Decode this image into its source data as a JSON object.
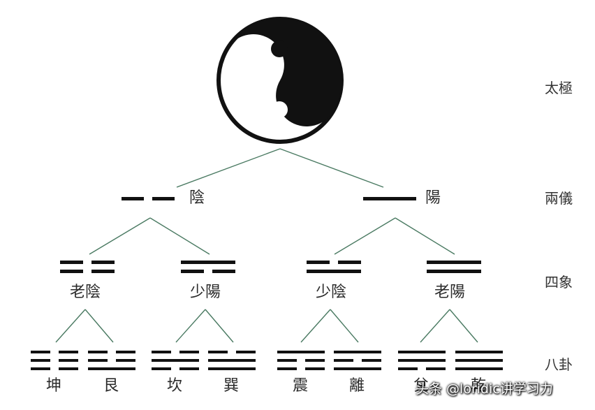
{
  "levels": {
    "taiji": "太極",
    "liangyi": "兩儀",
    "sixiang": "四象",
    "bagua": "八卦"
  },
  "liangyi": [
    {
      "label": "陰",
      "lines": [
        0
      ]
    },
    {
      "label": "陽",
      "lines": [
        1
      ]
    }
  ],
  "sixiang": [
    {
      "label": "老陰",
      "lines": [
        0,
        0
      ]
    },
    {
      "label": "少陽",
      "lines": [
        0,
        1
      ]
    },
    {
      "label": "少陰",
      "lines": [
        1,
        0
      ]
    },
    {
      "label": "老陽",
      "lines": [
        1,
        1
      ]
    }
  ],
  "bagua": [
    {
      "label": "坤",
      "lines": [
        0,
        0,
        0
      ]
    },
    {
      "label": "艮",
      "lines": [
        1,
        0,
        0
      ]
    },
    {
      "label": "坎",
      "lines": [
        0,
        1,
        0
      ]
    },
    {
      "label": "巽",
      "lines": [
        1,
        1,
        0
      ]
    },
    {
      "label": "震",
      "lines": [
        0,
        0,
        1
      ]
    },
    {
      "label": "離",
      "lines": [
        1,
        0,
        1
      ]
    },
    {
      "label": "兌",
      "lines": [
        0,
        1,
        1
      ]
    },
    {
      "label": "乾",
      "lines": [
        1,
        1,
        1
      ]
    }
  ],
  "watermark": "头条 @loridic讲学习力",
  "colors": {
    "line": "#111111",
    "connector": "#4a7a62",
    "yin_yang_dark": "#111111",
    "yin_yang_light": "#ffffff"
  }
}
